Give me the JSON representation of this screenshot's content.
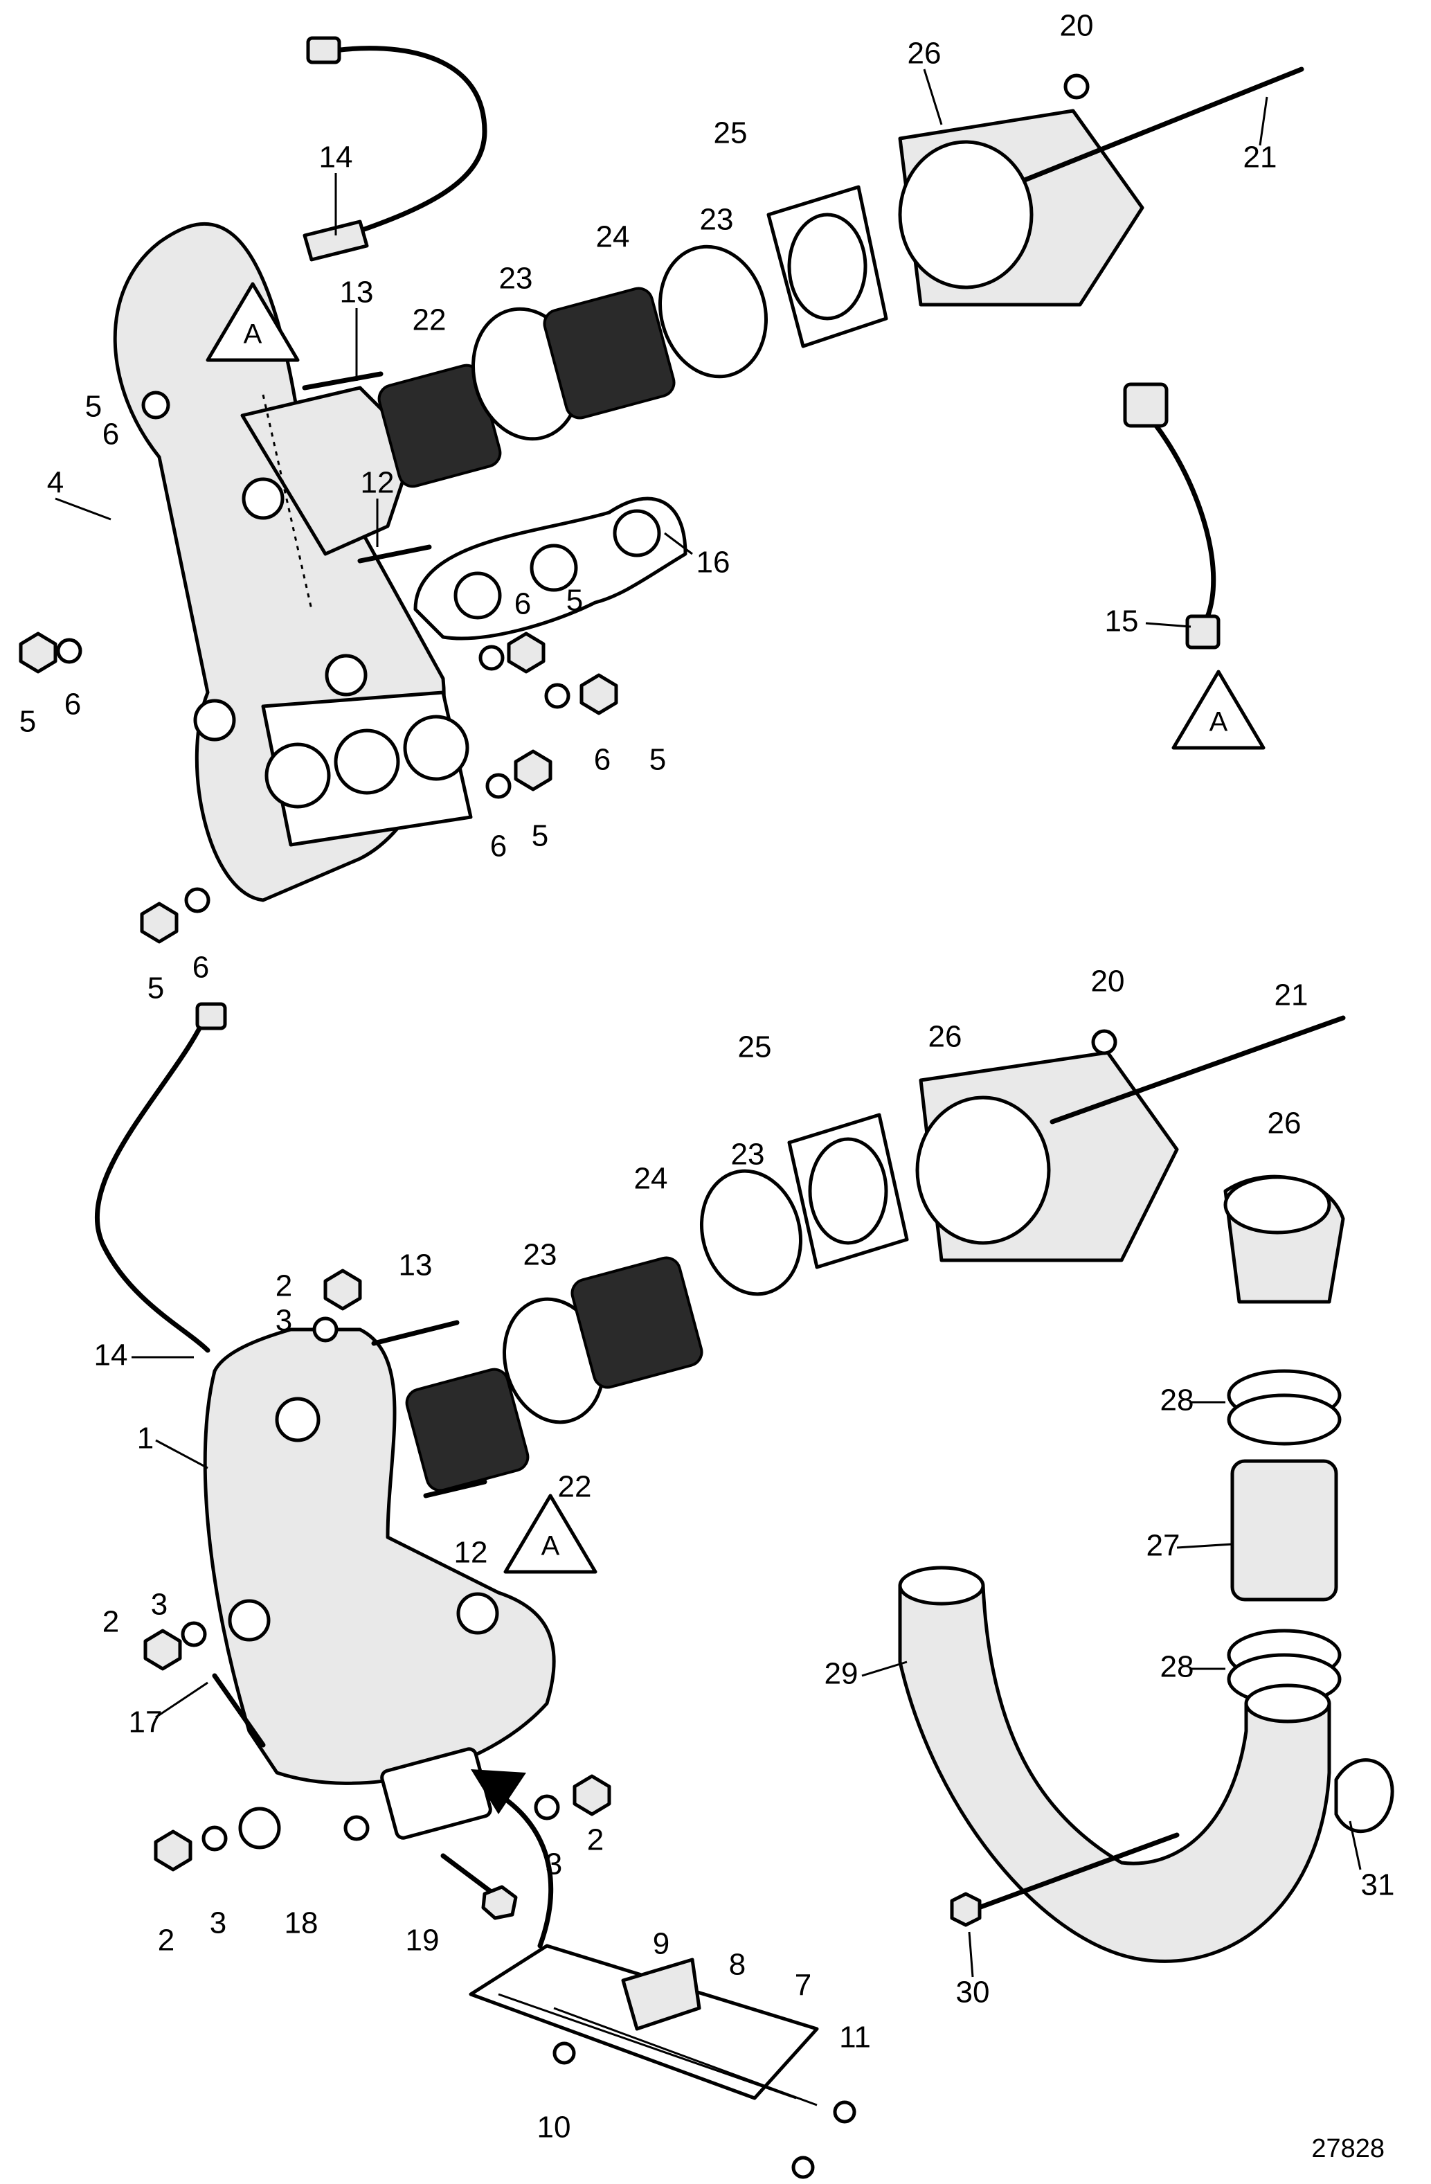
{
  "diagram": {
    "drawing_number": "27828",
    "reference_marker": "A",
    "upper_callouts": [
      {
        "label": "14"
      },
      {
        "label": "13"
      },
      {
        "label": "22"
      },
      {
        "label": "23"
      },
      {
        "label": "24"
      },
      {
        "label": "23"
      },
      {
        "label": "25"
      },
      {
        "label": "26"
      },
      {
        "label": "20"
      },
      {
        "label": "21"
      },
      {
        "label": "5"
      },
      {
        "label": "6"
      },
      {
        "label": "4"
      },
      {
        "label": "12"
      },
      {
        "label": "16"
      },
      {
        "label": "6"
      },
      {
        "label": "5"
      },
      {
        "label": "5"
      },
      {
        "label": "6"
      },
      {
        "label": "6"
      },
      {
        "label": "5"
      },
      {
        "label": "6"
      },
      {
        "label": "5"
      },
      {
        "label": "5"
      },
      {
        "label": "6"
      },
      {
        "label": "15"
      }
    ],
    "lower_callouts": [
      {
        "label": "20"
      },
      {
        "label": "21"
      },
      {
        "label": "26"
      },
      {
        "label": "25"
      },
      {
        "label": "24"
      },
      {
        "label": "23"
      },
      {
        "label": "23"
      },
      {
        "label": "26"
      },
      {
        "label": "13"
      },
      {
        "label": "2"
      },
      {
        "label": "3"
      },
      {
        "label": "14"
      },
      {
        "label": "22"
      },
      {
        "label": "28"
      },
      {
        "label": "1"
      },
      {
        "label": "12"
      },
      {
        "label": "27"
      },
      {
        "label": "3"
      },
      {
        "label": "2"
      },
      {
        "label": "28"
      },
      {
        "label": "29"
      },
      {
        "label": "17"
      },
      {
        "label": "3"
      },
      {
        "label": "2"
      },
      {
        "label": "31"
      },
      {
        "label": "2"
      },
      {
        "label": "3"
      },
      {
        "label": "18"
      },
      {
        "label": "19"
      },
      {
        "label": "30"
      },
      {
        "label": "9"
      },
      {
        "label": "8"
      },
      {
        "label": "7"
      },
      {
        "label": "11"
      },
      {
        "label": "10"
      }
    ]
  }
}
